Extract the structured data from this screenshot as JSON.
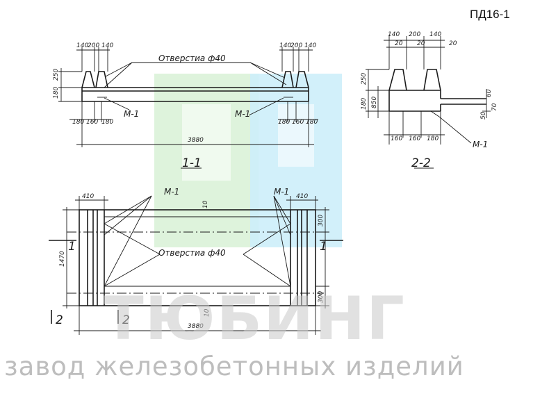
{
  "sheet_code": "ПД16-1",
  "opening_label": "Отверстиа ф40",
  "embed_label": "М-1",
  "section_1_label": "1-1",
  "section_2_label": "2-2",
  "section_mark_1": "1",
  "section_mark_2": "2",
  "watermark": {
    "brand": "ТЮБИНГ",
    "tagline": "завод железобетонных изделий",
    "colors": {
      "green": "#d6f0d3",
      "blue": "#cdeefa",
      "text": "#c9c9c9"
    }
  },
  "dimensions": {
    "top_left": [
      "140",
      "200",
      "140"
    ],
    "top_right": [
      "140",
      "200",
      "140"
    ],
    "left_height_top": "250",
    "left_height_bottom": "180",
    "bottom_left": [
      "180",
      "160",
      "180"
    ],
    "bottom_right": [
      "180",
      "160",
      "180"
    ],
    "length_section": "3880",
    "sec2_top": [
      "140",
      "200",
      "140"
    ],
    "sec2_sub": [
      "20",
      "20",
      "20"
    ],
    "sec2_left_top": "250",
    "sec2_left_mid": "180",
    "sec2_left_bottom": "850",
    "sec2_right": [
      "60",
      "50",
      "70"
    ],
    "sec2_bottom": [
      "160",
      "160",
      "180"
    ],
    "plan_end_width": "410",
    "plan_end_width_right": "410",
    "plan_height": "1470",
    "plan_top_right": "300",
    "plan_bottom_right": "300",
    "plan_length": "3880",
    "plan_top_small": "10",
    "plan_bottom_small": "10"
  }
}
